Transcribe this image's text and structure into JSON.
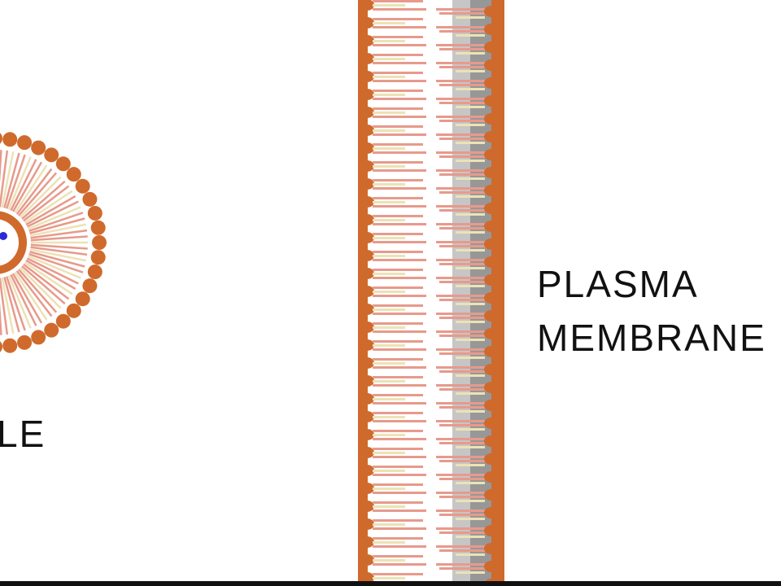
{
  "labels": {
    "left_partial": "LE",
    "membrane_line1": "PLASMA",
    "membrane_line2": "MEMBRANE"
  },
  "colors": {
    "head": "#cf6a2c",
    "tail_pink": "#e79a8c",
    "tail_cream": "#ece2b4",
    "protein_light": "#c6c6c6",
    "protein_dark": "#8e8e8e",
    "blue_spot": "#2b2bd6",
    "text": "#111111",
    "background": "#ffffff"
  }
}
